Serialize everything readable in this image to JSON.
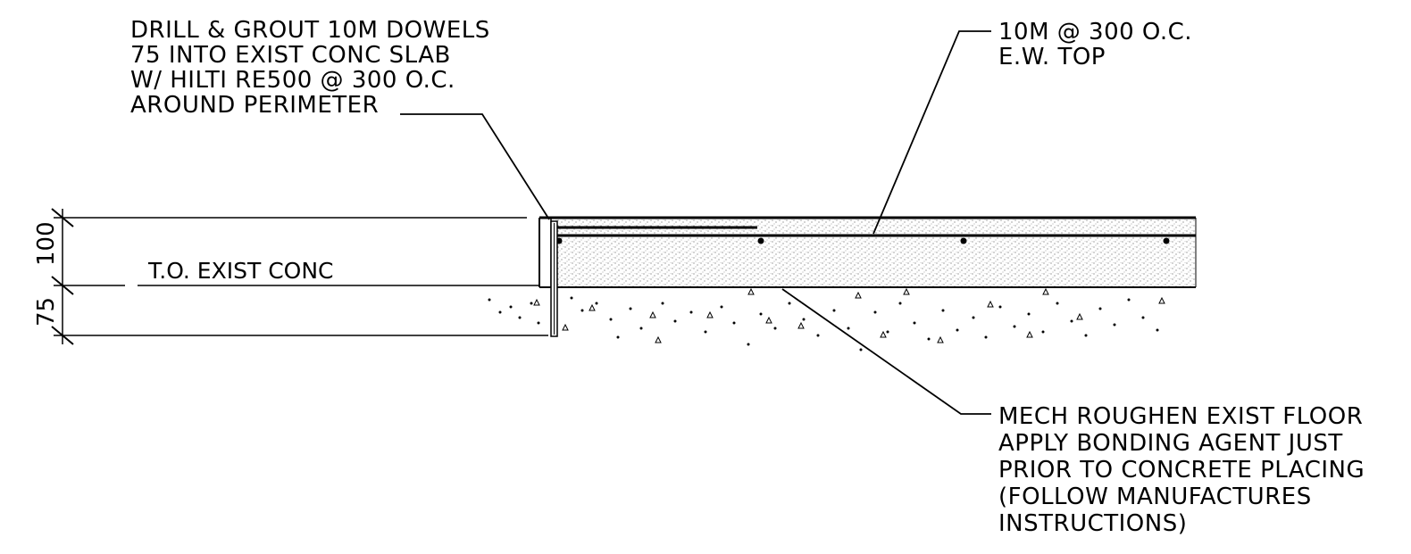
{
  "notes": {
    "dowels": [
      "DRILL & GROUT 10M DOWELS",
      "75 INTO EXIST CONC SLAB",
      "W/ HILTI RE500 @ 300 O.C.",
      "AROUND PERIMETER"
    ],
    "rebar": [
      "10M @ 300 O.C.",
      "E.W. TOP"
    ],
    "roughen": [
      "MECH ROUGHEN EXIST FLOOR",
      "APPLY BONDING AGENT JUST",
      "PRIOR TO CONCRETE PLACING",
      "(FOLLOW MANUFACTURES",
      "INSTRUCTIONS)"
    ]
  },
  "labels": {
    "existing_concrete": "T.O. EXIST CONC"
  },
  "dimensions": {
    "new_slab": "100",
    "dowel_embed": "75"
  },
  "colors": {
    "line": "#000000",
    "stipple": "#5a5a5a",
    "background": "#ffffff"
  }
}
